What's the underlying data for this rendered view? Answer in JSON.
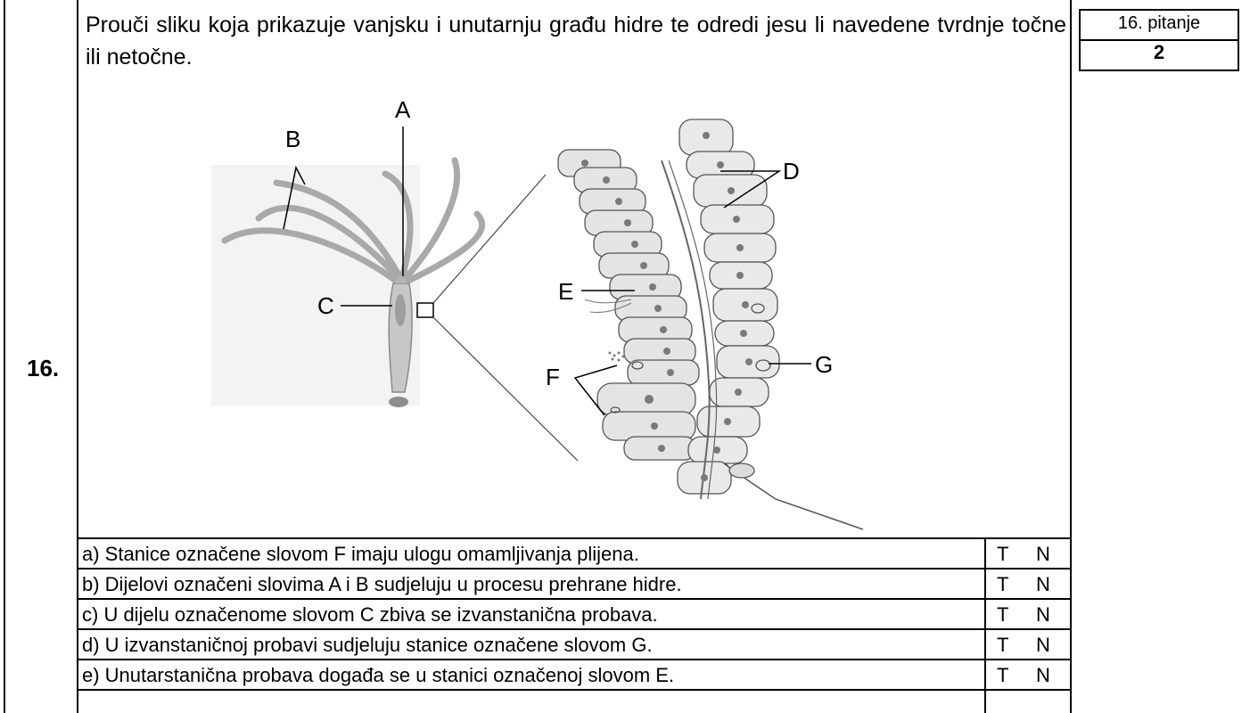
{
  "question": {
    "number": "16.",
    "text": "Prouči sliku koja prikazuje vanjsku i unutarnju građu hidre te odredi jesu li navedene tvrdnje točne ili netočne.",
    "points_box": {
      "label": "16. pitanje",
      "points": "2"
    }
  },
  "figure": {
    "labels": [
      "A",
      "B",
      "C",
      "D",
      "E",
      "F",
      "G"
    ]
  },
  "statements": [
    {
      "text": "a) Stanice označene slovom F imaju ulogu omamljivanja plijena.",
      "true_mark": "T",
      "false_mark": "N"
    },
    {
      "text": "b) Dijelovi označeni slovima A i B sudjeluju u procesu prehrane hidre.",
      "true_mark": "T",
      "false_mark": "N"
    },
    {
      "text": "c) U dijelu označenome slovom C zbiva se izvanstanična probava.",
      "true_mark": "T",
      "false_mark": "N"
    },
    {
      "text": "d) U izvanstaničnoj probavi sudjeluju stanice označene slovom G.",
      "true_mark": "T",
      "false_mark": "N"
    },
    {
      "text": "e) Unutarstanična probava događa se u stanici označenoj slovom E.",
      "true_mark": "T",
      "false_mark": "N"
    }
  ]
}
